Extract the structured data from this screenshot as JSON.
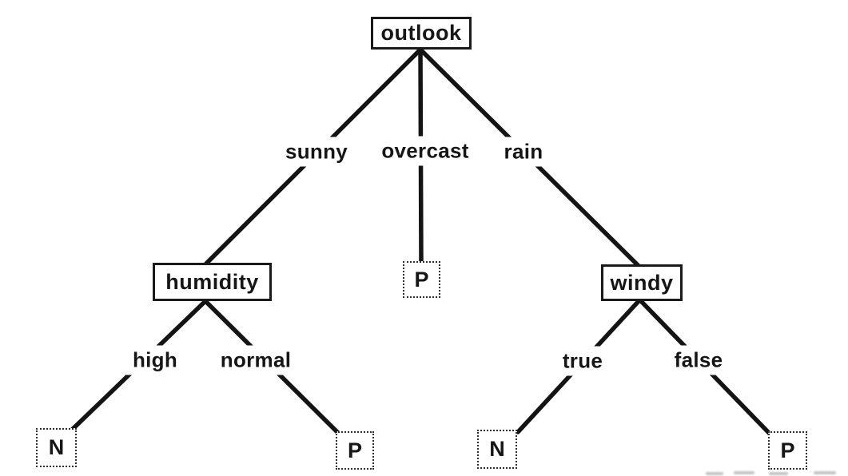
{
  "diagram": {
    "kind": "decision-tree",
    "background_color": "#ffffff",
    "line_color": "#141414",
    "text_color": "#161616",
    "node_border_solid": "#1a1a1a",
    "node_border_dotted": "#2e2e2e"
  },
  "tree": {
    "nodes": [
      {
        "id": "outlook",
        "label": "outlook",
        "kind": "attribute"
      },
      {
        "id": "humidity",
        "label": "humidity",
        "kind": "attribute"
      },
      {
        "id": "windy",
        "label": "windy",
        "kind": "attribute"
      },
      {
        "id": "leaf-overcast",
        "label": "P",
        "kind": "leaf"
      },
      {
        "id": "leaf-high",
        "label": "N",
        "kind": "leaf"
      },
      {
        "id": "leaf-normal",
        "label": "P",
        "kind": "leaf"
      },
      {
        "id": "leaf-true",
        "label": "N",
        "kind": "leaf"
      },
      {
        "id": "leaf-false",
        "label": "P",
        "kind": "leaf"
      }
    ],
    "edge_labels": [
      {
        "from": "outlook",
        "to": "humidity",
        "label": "sunny"
      },
      {
        "from": "outlook",
        "to": "leaf-overcast",
        "label": "overcast"
      },
      {
        "from": "outlook",
        "to": "windy",
        "label": "rain"
      },
      {
        "from": "humidity",
        "to": "leaf-high",
        "label": "high"
      },
      {
        "from": "humidity",
        "to": "leaf-normal",
        "label": "normal"
      },
      {
        "from": "windy",
        "to": "leaf-true",
        "label": "true"
      },
      {
        "from": "windy",
        "to": "leaf-false",
        "label": "false"
      }
    ]
  }
}
